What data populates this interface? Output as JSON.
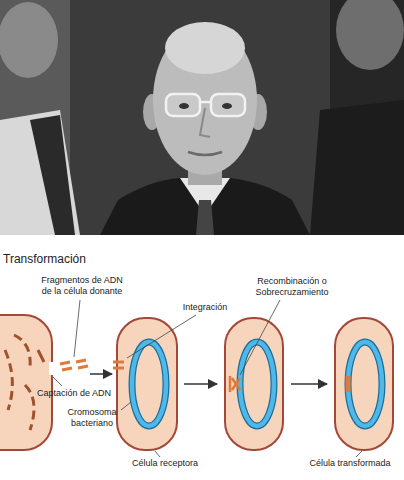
{
  "diagram": {
    "title": "Transformación",
    "labels": [
      "Fragmentos de ADN de la célula donante",
      "Integración",
      "Recombinación o Sobrecruzamiento",
      "Captación de ADN",
      "Cromosoma bacteriano",
      "Célula receptora",
      "Célula transformada"
    ]
  }
}
